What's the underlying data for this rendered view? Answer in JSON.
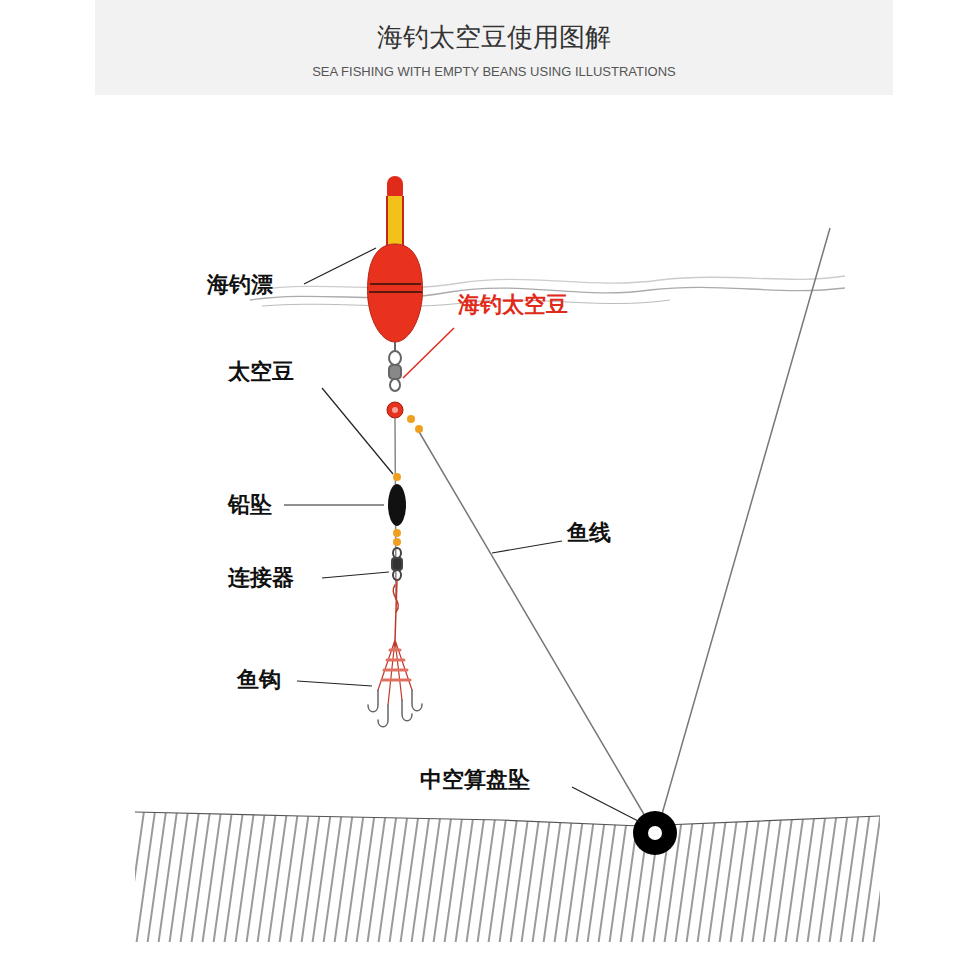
{
  "diagram": {
    "title": "海钓太空豆使用图解",
    "labels": [
      "SEA FISHING WITH EMPTY BEANS USING ILLUSTRATIONS",
      "海钓漂",
      "海钓太空豆",
      "太空豆",
      "铅坠",
      "连接器",
      "鱼线",
      "鱼钩",
      "中空算盘坠"
    ]
  }
}
